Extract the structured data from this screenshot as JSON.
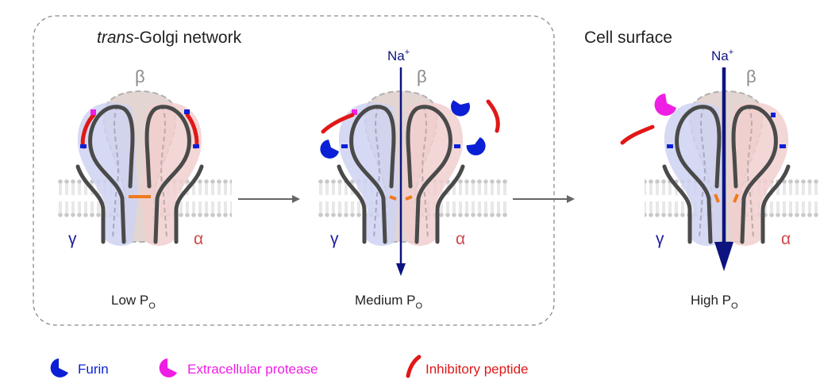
{
  "regions": {
    "tgn_title_italic": "trans",
    "tgn_title_rest": "-Golgi network",
    "surface_title": "Cell surface"
  },
  "channels": [
    {
      "beta": "β",
      "gamma": "γ",
      "alpha": "α",
      "sodium": "",
      "po_main": "Low P",
      "po_sub": "O"
    },
    {
      "beta": "β",
      "gamma": "γ",
      "alpha": "α",
      "sodium": "Na",
      "sodium_sup": "+",
      "po_main": "Medium P",
      "po_sub": "O"
    },
    {
      "beta": "β",
      "gamma": "γ",
      "alpha": "α",
      "sodium": "Na",
      "sodium_sup": "+",
      "po_main": "High P",
      "po_sub": "O"
    }
  ],
  "legend": {
    "furin": "Furin",
    "protease": "Extracellular protease",
    "peptide": "Inhibitory peptide"
  },
  "colors": {
    "furin": "#0a1fd6",
    "protease": "#ee1ee4",
    "peptide": "#e01818",
    "sodium": "#0d1480",
    "gamma_label": "#1a1aa0",
    "alpha_label": "#d14a4a",
    "beta_label": "#8a8a8a"
  }
}
